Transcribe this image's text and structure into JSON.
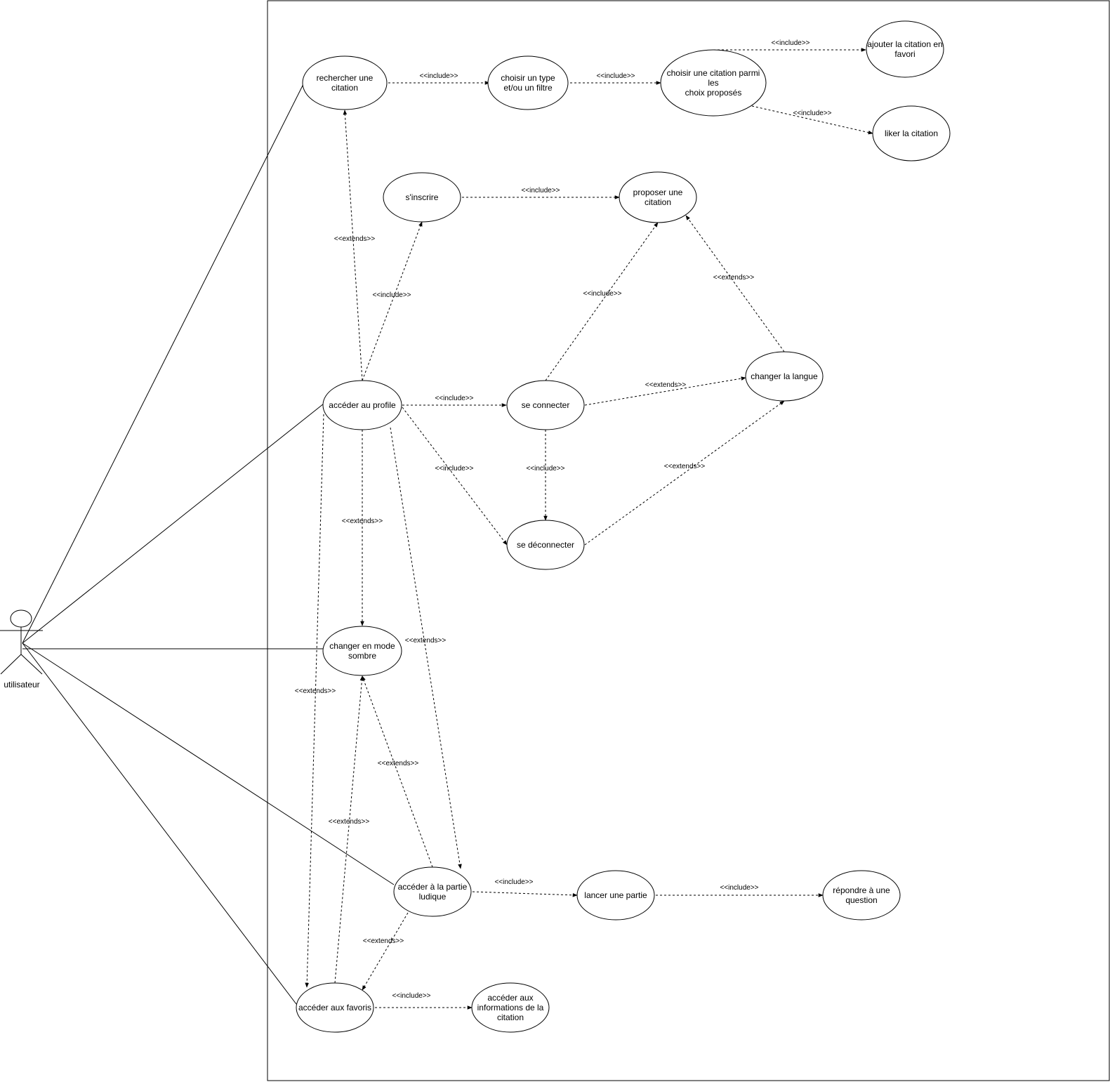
{
  "actor": {
    "name": "utilisateur"
  },
  "use_cases": {
    "rechercher": [
      "rechercher une",
      "citation"
    ],
    "choisir_type": [
      "choisir un type",
      "et/ou un filtre"
    ],
    "choisir_citation": [
      "choisir une citation parmi",
      "les",
      "choix proposés"
    ],
    "ajouter_favori": [
      "ajouter la citation en",
      "favori"
    ],
    "liker": [
      "liker la citation"
    ],
    "inscrire": [
      "s'inscrire"
    ],
    "proposer": [
      "proposer une",
      "citation"
    ],
    "profil": [
      "accéder au profile"
    ],
    "connecter": [
      "se connecter"
    ],
    "langue": [
      "changer la langue"
    ],
    "deconnecter": [
      "se déconnecter"
    ],
    "sombre": [
      "changer en mode",
      "sombre"
    ],
    "ludique": [
      "accéder à la partie",
      "ludique"
    ],
    "lancer": [
      "lancer une partie"
    ],
    "repondre": [
      "répondre à une",
      "question"
    ],
    "favoris": [
      "accéder aux favoris"
    ],
    "infos": [
      "accéder aux",
      "informations de la",
      "citation"
    ]
  },
  "relations": [
    {
      "id": "rech-type",
      "label": "<<include>>"
    },
    {
      "id": "type-choix",
      "label": "<<include>>"
    },
    {
      "id": "choix-ajout",
      "label": "<<include>>"
    },
    {
      "id": "choix-liker",
      "label": "<<include>>"
    },
    {
      "id": "inscr-prop",
      "label": "<<include>>"
    },
    {
      "id": "prof-rech",
      "label": "<<extends>>"
    },
    {
      "id": "prof-inscr",
      "label": "<<include>>"
    },
    {
      "id": "conn-prop",
      "label": "<<include>>"
    },
    {
      "id": "lang-prop",
      "label": "<<extends>>"
    },
    {
      "id": "prof-conn",
      "label": "<<include>>"
    },
    {
      "id": "conn-lang",
      "label": "<<extends>>"
    },
    {
      "id": "prof-deco",
      "label": "<<include>>"
    },
    {
      "id": "conn-deco",
      "label": "<<include>>"
    },
    {
      "id": "deco-lang",
      "label": "<<extends>>"
    },
    {
      "id": "prof-sombre",
      "label": "<<extends>>"
    },
    {
      "id": "prof-ludique",
      "label": "<<extends>>"
    },
    {
      "id": "prof-fav",
      "label": "<<extends>>"
    },
    {
      "id": "lud-sombre",
      "label": "<<extends>>"
    },
    {
      "id": "fav-sombre",
      "label": "<<extends>>"
    },
    {
      "id": "lud-lancer",
      "label": "<<include>>"
    },
    {
      "id": "lancer-rep",
      "label": "<<include>>"
    },
    {
      "id": "lud-fav",
      "label": "<<extends>>"
    },
    {
      "id": "fav-infos",
      "label": "<<include>>"
    }
  ]
}
